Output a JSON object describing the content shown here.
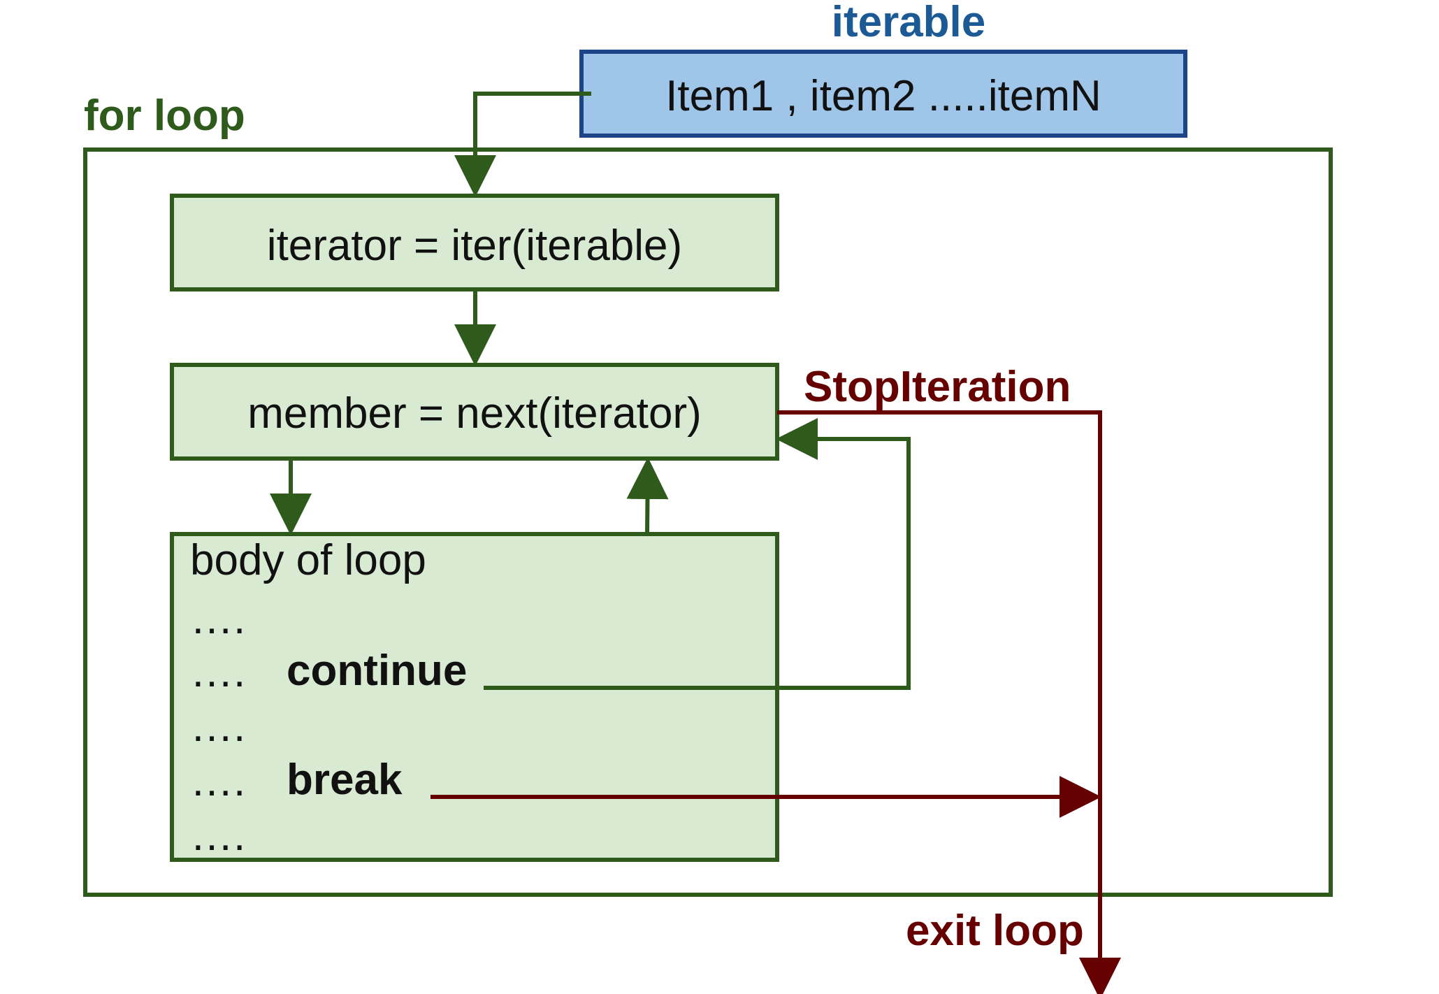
{
  "labels": {
    "iterable_title": "iterable",
    "for_loop_title": "for loop",
    "stop_iteration": "StopIteration",
    "exit_loop": "exit loop"
  },
  "boxes": {
    "iterable_items": "Item1 , item2 .....itemN",
    "iterator_assign": "iterator = iter(iterable)",
    "member_assign": "member = next(iterator)"
  },
  "body_of_loop": {
    "heading": "body of loop",
    "line1": "….",
    "line2_dots": "….",
    "line2_keyword": "continue",
    "line3": "….",
    "line4_dots": "….",
    "line4_keyword": "break",
    "line5": "…."
  },
  "colors": {
    "green_dark": "#2e5a1c",
    "green_fill": "#d9ead3",
    "blue_dark": "#1c4587",
    "blue_fill": "#9fc5e8",
    "blue_text": "#1c5a96",
    "red_dark": "#660000"
  }
}
